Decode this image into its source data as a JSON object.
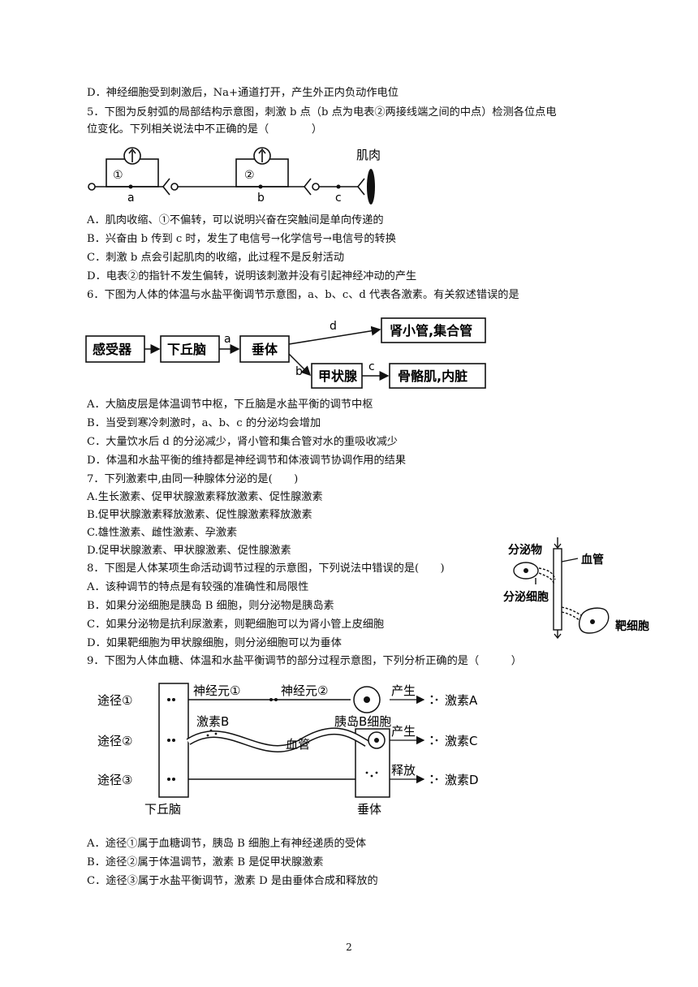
{
  "lines": {
    "q4d": "D．神经细胞受到刺激后，Na+通道打开，产生外正内负动作电位",
    "q5a": "5．下图为反射弧的局部结构示意图，刺激 b 点（b 点为电表②两接线端之间的中点）检测各位点电",
    "q5b": "位变化。下列相关说法中不正确的是（　　　　）",
    "q5A": "A．肌肉收缩、①不偏转，可以说明兴奋在突触间是单向传递的",
    "q5B": "B．兴奋由 b 传到 c 时，发生了电信号→化学信号→电信号的转换",
    "q5C": "C．刺激 b 点会引起肌肉的收缩，此过程不是反射活动",
    "q5D": "D．电表②的指针不发生偏转，说明该刺激并没有引起神经冲动的产生",
    "q6": "6．下图为人体的体温与水盐平衡调节示意图，a、b、c、d 代表各激素。有关叙述错误的是",
    "q6A": "A．大脑皮层是体温调节中枢，下丘脑是水盐平衡的调节中枢",
    "q6B": "B．当受到寒冷刺激时，a、b、c 的分泌均会增加",
    "q6C": "C．大量饮水后 d 的分泌减少，肾小管和集合管对水的重吸收减少",
    "q6D": "D．体温和水盐平衡的维持都是神经调节和体液调节协调作用的结果",
    "q7": "7．下列激素中,由同一种腺体分泌的是(　　)",
    "q7A": "A.生长激素、促甲状腺激素释放激素、促性腺激素",
    "q7B": "B.促甲状腺激素释放激素、促性腺激素释放激素",
    "q7C": "C.雄性激素、雌性激素、孕激素",
    "q7D": "D.促甲状腺激素、甲状腺激素、促性腺激素",
    "q8": "8．下图是人体某项生命活动调节过程的示意图，下列说法中错误的是(　　)",
    "q8A": "A．该种调节的特点是有较强的准确性和局限性",
    "q8B": "B．如果分泌细胞是胰岛 B 细胞，则分泌物是胰岛素",
    "q8C": "C．如果分泌物是抗利尿激素，则靶细胞可以为肾小管上皮细胞",
    "q8D": "D．如果靶细胞为甲状腺细胞，则分泌细胞可以为垂体",
    "q9": "9．下图为人体血糖、体温和水盐平衡调节的部分过程示意图，下列分析正确的是（　　　）",
    "q9A": "A．途径①属于血糖调节，胰岛 B 细胞上有神经递质的受体",
    "q9B": "B．途径②属于体温调节，激素 B 是促甲状腺激素",
    "q9C": "C．途径③属于水盐平衡调节，激素 D 是由垂体合成和释放的"
  },
  "fig5": {
    "meter1": "①",
    "meter2": "②",
    "a": "a",
    "b": "b",
    "c": "c",
    "muscle": "肌肉"
  },
  "fig6": {
    "receptor": "感受器",
    "hypothalamus": "下丘脑",
    "pituitary": "垂体",
    "kidney": "肾小管,集合管",
    "thyroid": "甲状腺",
    "target": "骨骼肌,内脏",
    "a": "a",
    "b": "b",
    "c": "c",
    "d": "d"
  },
  "fig8": {
    "secretion": "分泌物",
    "vessel": "血管",
    "secretingCell": "分泌细胞",
    "targetCell": "靶细胞"
  },
  "fig9": {
    "path1": "途径①",
    "path2": "途径②",
    "path3": "途径③",
    "neuron1": "神经元①",
    "neuron2": "神经元②",
    "islet": "胰岛B细胞",
    "produce1": "产生",
    "hormoneA": "激素A",
    "hormoneB": "激素B",
    "vessel": "血管",
    "produce2": "产生",
    "hormoneC": "激素C",
    "release": "释放",
    "hormoneD": "激素D",
    "hypothalamus": "下丘脑",
    "pituitary": "垂体"
  },
  "page_number": "2"
}
